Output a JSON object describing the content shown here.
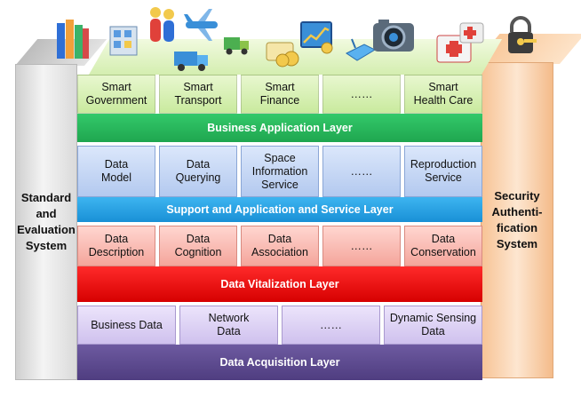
{
  "left_pillar": {
    "lines": [
      "Standard",
      "and",
      "Evaluation",
      "System"
    ]
  },
  "right_pillar": {
    "lines": [
      "Security",
      "Authenti-",
      "fication",
      "System"
    ]
  },
  "application": {
    "items": [
      {
        "line1": "Smart",
        "line2": "Government"
      },
      {
        "line1": "Smart",
        "line2": "Transport"
      },
      {
        "line1": "Smart",
        "line2": "Finance"
      },
      {
        "line1": "……",
        "line2": ""
      },
      {
        "line1": "Smart",
        "line2": "Health Care"
      }
    ],
    "layer_label": "Business Application Layer"
  },
  "support": {
    "items": [
      {
        "line1": "Data",
        "line2": "Model",
        "line3": ""
      },
      {
        "line1": "Data",
        "line2": "Querying",
        "line3": ""
      },
      {
        "line1": "Space",
        "line2": "Information",
        "line3": "Service"
      },
      {
        "line1": "……",
        "line2": "",
        "line3": ""
      },
      {
        "line1": "Reproduction",
        "line2": "Service",
        "line3": ""
      }
    ],
    "layer_label": "Support and Application and Service Layer"
  },
  "vitalization": {
    "items": [
      {
        "line1": "Data",
        "line2": "Description"
      },
      {
        "line1": "Data",
        "line2": "Cognition"
      },
      {
        "line1": "Data",
        "line2": "Association"
      },
      {
        "line1": "……",
        "line2": ""
      },
      {
        "line1": "Data",
        "line2": "Conservation"
      }
    ],
    "layer_label": "Data Vitalization Layer"
  },
  "acquisition": {
    "items": [
      {
        "line1": "Business Data",
        "line2": ""
      },
      {
        "line1": "Network",
        "line2": "Data"
      },
      {
        "line1": "……",
        "line2": ""
      },
      {
        "line1": "Dynamic Sensing",
        "line2": "Data"
      }
    ],
    "layer_label": "Data Acquisition Layer"
  },
  "icons": [
    "books-icon",
    "building-icon",
    "people-icon",
    "airplane-icon",
    "truck-icon",
    "money-icon",
    "chart-icon",
    "router-icon",
    "camera-icon",
    "medical-kit-icon",
    "lock-icon"
  ]
}
